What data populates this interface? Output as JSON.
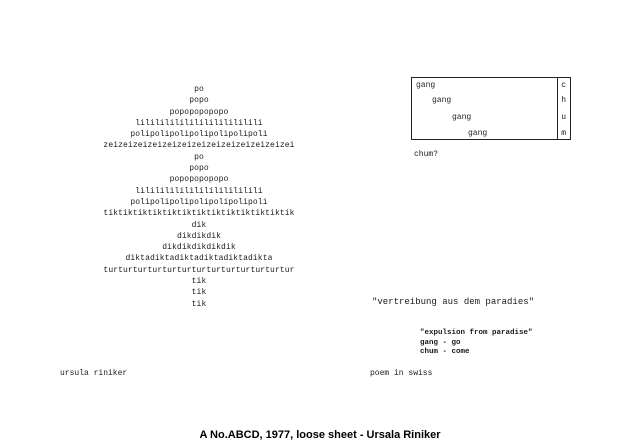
{
  "poem_left": {
    "lines": [
      "po",
      "popo",
      "popopopopopo",
      "lilililililililililililili",
      "polipolipolipolipolipolipoli",
      "zeizeizeizeizeizeizeizeizeizeizeizeizei",
      "po",
      "popo",
      "popopopopopo",
      "lilililililililililililili",
      "polipolipolipolipolipolipoli",
      "tiktiktiktiktiktiktiktiktiktiktiktiktik",
      "dik",
      "dikdikdik",
      "dikdikdikdikdik",
      "diktadiktadiktadiktadiktadikta",
      "turturturturturturturturturturturturtur",
      "tik",
      "tik",
      "tik"
    ]
  },
  "gang_box": {
    "words": [
      "gang",
      "gang",
      "gang",
      "gang"
    ],
    "column": [
      "c",
      "h",
      "u",
      "m"
    ]
  },
  "chum_question": "chum?",
  "title_german": "\"vertreibung aus dem paradies\"",
  "translation": {
    "title": "\"expulsion from paradise\"",
    "line1": "gang - go",
    "line2": "chum - come"
  },
  "author_left": "ursula riniker",
  "poem_note": "poem in swiss",
  "caption": "A No.ABCD, 1977, loose sheet - Ursala Riniker"
}
